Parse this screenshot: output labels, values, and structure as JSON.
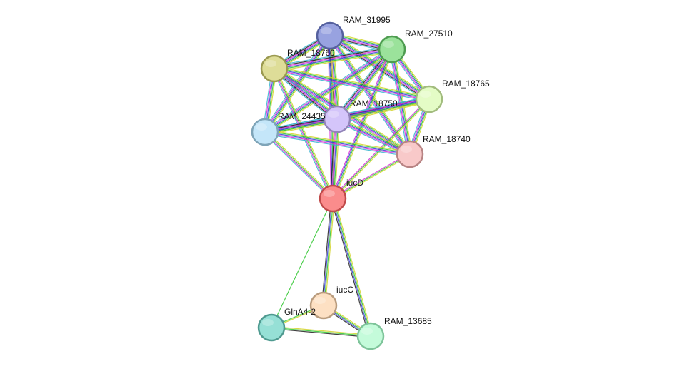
{
  "network": {
    "nodes": [
      {
        "id": "RAM_31995",
        "label": "RAM_31995",
        "fill": "#98a2e0",
        "stroke": "#55609e"
      },
      {
        "id": "RAM_27510",
        "label": "RAM_27510",
        "fill": "#9be29b",
        "stroke": "#4e9c50"
      },
      {
        "id": "RAM_18760",
        "label": "RAM_18760",
        "fill": "#dedd98",
        "stroke": "#9a9950"
      },
      {
        "id": "RAM_18765",
        "label": "RAM_18765",
        "fill": "#e4fcc6",
        "stroke": "#a2bc7e"
      },
      {
        "id": "RAM_18750",
        "label": "RAM_18750",
        "fill": "#d4c5fa",
        "stroke": "#9284b8"
      },
      {
        "id": "RAM_24435",
        "label": "RAM_24435",
        "fill": "#c4e6f9",
        "stroke": "#7ea4b8"
      },
      {
        "id": "RAM_18740",
        "label": "RAM_18740",
        "fill": "#f8c9c9",
        "stroke": "#b88484"
      },
      {
        "id": "iucD",
        "label": "iucD",
        "fill": "#fa8c8c",
        "stroke": "#c04a4a"
      },
      {
        "id": "iucC",
        "label": "iucC",
        "fill": "#fde0c3",
        "stroke": "#b99c7e"
      },
      {
        "id": "GlnA4-2",
        "label": "GlnA4-2",
        "fill": "#96e0d6",
        "stroke": "#4f9a90"
      },
      {
        "id": "RAM_13685",
        "label": "RAM_13685",
        "fill": "#c4fbda",
        "stroke": "#7ec49a"
      }
    ],
    "edges": [
      {
        "a": "RAM_31995",
        "b": "RAM_27510",
        "colors": [
          "#d4d42a",
          "#2ec52e",
          "#3a3ad6",
          "#d62ad6",
          "#1f1f1f",
          "#35b4cf"
        ]
      },
      {
        "a": "RAM_31995",
        "b": "RAM_18760",
        "colors": [
          "#d4d42a",
          "#2ec52e",
          "#3a3ad6",
          "#d62ad6",
          "#1f1f1f",
          "#35b4cf"
        ]
      },
      {
        "a": "RAM_31995",
        "b": "RAM_18765",
        "colors": [
          "#d4d42a",
          "#2ec52e",
          "#3a3ad6",
          "#d62ad6",
          "#1f1f1f",
          "#35b4cf"
        ]
      },
      {
        "a": "RAM_31995",
        "b": "RAM_18750",
        "colors": [
          "#d4d42a",
          "#2ec52e",
          "#3a3ad6",
          "#d62ad6",
          "#1f1f1f",
          "#35b4cf"
        ]
      },
      {
        "a": "RAM_31995",
        "b": "RAM_24435",
        "colors": [
          "#d4d42a",
          "#2ec52e",
          "#3a3ad6",
          "#d62ad6",
          "#35b4cf"
        ]
      },
      {
        "a": "RAM_31995",
        "b": "RAM_18740",
        "colors": [
          "#d4d42a",
          "#2ec52e",
          "#3a3ad6",
          "#d62ad6",
          "#35b4cf"
        ]
      },
      {
        "a": "RAM_31995",
        "b": "iucD",
        "colors": [
          "#d4d42a",
          "#2ec52e",
          "#3a3ad6",
          "#d62ad6"
        ]
      },
      {
        "a": "RAM_27510",
        "b": "RAM_18760",
        "colors": [
          "#d4d42a",
          "#2ec52e",
          "#3a3ad6",
          "#d62ad6",
          "#1f1f1f",
          "#35b4cf"
        ]
      },
      {
        "a": "RAM_27510",
        "b": "RAM_18765",
        "colors": [
          "#d4d42a",
          "#2ec52e",
          "#3a3ad6",
          "#d62ad6",
          "#35b4cf"
        ]
      },
      {
        "a": "RAM_27510",
        "b": "RAM_18750",
        "colors": [
          "#d4d42a",
          "#2ec52e",
          "#3a3ad6",
          "#d62ad6",
          "#1f1f1f",
          "#35b4cf"
        ]
      },
      {
        "a": "RAM_27510",
        "b": "RAM_24435",
        "colors": [
          "#d4d42a",
          "#2ec52e",
          "#3a3ad6",
          "#d62ad6",
          "#35b4cf"
        ]
      },
      {
        "a": "RAM_27510",
        "b": "RAM_18740",
        "colors": [
          "#d4d42a",
          "#2ec52e",
          "#3a3ad6",
          "#d62ad6",
          "#35b4cf"
        ]
      },
      {
        "a": "RAM_27510",
        "b": "iucD",
        "colors": [
          "#d4d42a",
          "#2ec52e",
          "#3a3ad6",
          "#d62ad6"
        ]
      },
      {
        "a": "RAM_18760",
        "b": "RAM_18765",
        "colors": [
          "#d4d42a",
          "#2ec52e",
          "#3a3ad6",
          "#d62ad6",
          "#35b4cf"
        ]
      },
      {
        "a": "RAM_18760",
        "b": "RAM_18750",
        "colors": [
          "#d4d42a",
          "#2ec52e",
          "#3a3ad6",
          "#d62ad6",
          "#1f1f1f",
          "#35b4cf"
        ]
      },
      {
        "a": "RAM_18760",
        "b": "RAM_24435",
        "colors": [
          "#d4d42a",
          "#2ec52e",
          "#3a3ad6",
          "#d62ad6",
          "#35b4cf"
        ]
      },
      {
        "a": "RAM_18760",
        "b": "RAM_18740",
        "colors": [
          "#d4d42a",
          "#2ec52e",
          "#3a3ad6",
          "#d62ad6",
          "#35b4cf"
        ]
      },
      {
        "a": "RAM_18760",
        "b": "iucD",
        "colors": [
          "#d4d42a",
          "#2ec52e",
          "#d62ad6",
          "#35b4cf"
        ]
      },
      {
        "a": "RAM_18765",
        "b": "RAM_18750",
        "colors": [
          "#d4d42a",
          "#2ec52e",
          "#3a3ad6",
          "#d62ad6",
          "#1f1f1f",
          "#35b4cf"
        ]
      },
      {
        "a": "RAM_18765",
        "b": "RAM_24435",
        "colors": [
          "#d4d42a",
          "#2ec52e",
          "#3a3ad6",
          "#d62ad6",
          "#35b4cf"
        ]
      },
      {
        "a": "RAM_18765",
        "b": "RAM_18740",
        "colors": [
          "#d4d42a",
          "#2ec52e",
          "#3a3ad6",
          "#d62ad6",
          "#35b4cf"
        ]
      },
      {
        "a": "RAM_18765",
        "b": "iucD",
        "colors": [
          "#d4d42a",
          "#2ec52e",
          "#d62ad6"
        ]
      },
      {
        "a": "RAM_18750",
        "b": "RAM_24435",
        "colors": [
          "#d4d42a",
          "#2ec52e",
          "#3a3ad6",
          "#d62ad6",
          "#1f1f1f",
          "#35b4cf"
        ]
      },
      {
        "a": "RAM_18750",
        "b": "RAM_18740",
        "colors": [
          "#d4d42a",
          "#2ec52e",
          "#3a3ad6",
          "#d62ad6",
          "#35b4cf"
        ]
      },
      {
        "a": "RAM_18750",
        "b": "iucD",
        "colors": [
          "#d4d42a",
          "#2ec52e",
          "#3a3ad6",
          "#d62ad6",
          "#1f1f1f"
        ]
      },
      {
        "a": "RAM_24435",
        "b": "RAM_18740",
        "colors": [
          "#d4d42a",
          "#2ec52e",
          "#3a3ad6",
          "#d62ad6",
          "#35b4cf"
        ]
      },
      {
        "a": "RAM_24435",
        "b": "iucD",
        "colors": [
          "#d4d42a",
          "#2ec52e",
          "#d62ad6",
          "#35b4cf"
        ]
      },
      {
        "a": "RAM_18740",
        "b": "iucD",
        "colors": [
          "#d4d42a",
          "#2ec52e",
          "#d62ad6"
        ]
      },
      {
        "a": "iucD",
        "b": "iucC",
        "colors": [
          "#d4d42a",
          "#2ec52e",
          "#3a3ad6",
          "#1f1f1f"
        ]
      },
      {
        "a": "iucD",
        "b": "RAM_13685",
        "colors": [
          "#d4d42a",
          "#2ec52e",
          "#3a3ad6",
          "#1f1f1f"
        ]
      },
      {
        "a": "iucD",
        "b": "GlnA4-2",
        "colors": [
          "#2ec52e"
        ]
      },
      {
        "a": "iucC",
        "b": "RAM_13685",
        "colors": [
          "#d4d42a",
          "#2ec52e",
          "#3a3ad6",
          "#1f1f1f"
        ]
      },
      {
        "a": "iucC",
        "b": "GlnA4-2",
        "colors": [
          "#d4d42a",
          "#2ec52e"
        ]
      },
      {
        "a": "GlnA4-2",
        "b": "RAM_13685",
        "colors": [
          "#d4d42a",
          "#2ec52e",
          "#1f1f1f"
        ]
      }
    ]
  }
}
